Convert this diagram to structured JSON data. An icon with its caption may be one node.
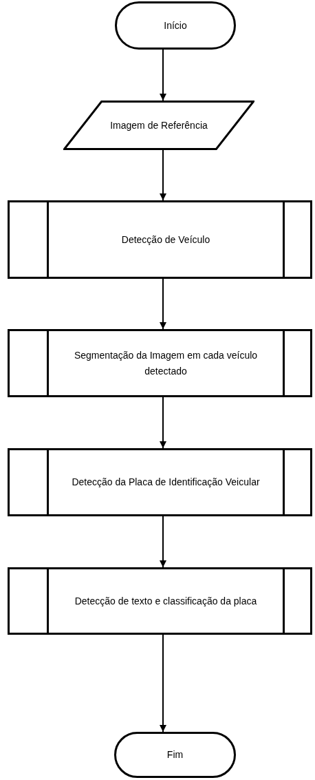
{
  "diagram": {
    "nodes": [
      {
        "text": [
          "Início"
        ]
      },
      {
        "text": [
          "Imagem de Referência"
        ]
      },
      {
        "text": [
          "Detecção de Veículo"
        ]
      },
      {
        "text": [
          "Segmentação da Imagem em cada veículo detectado"
        ]
      },
      {
        "text": [
          "Detecção da Placa de Identificação Veicular"
        ]
      },
      {
        "text": [
          "Detecção de texto e classificação da placa"
        ]
      },
      {
        "text": [
          "Fim"
        ]
      }
    ],
    "edges": [
      {
        "from": 0,
        "to": 1,
        "arrow": "to"
      },
      {
        "from": 1,
        "to": 2,
        "arrow": "to"
      },
      {
        "from": 2,
        "to": 3,
        "arrow": "to"
      },
      {
        "from": 3,
        "to": 4,
        "arrow": "to"
      },
      {
        "from": 4,
        "to": 5,
        "arrow": "to"
      },
      {
        "from": 5,
        "to": 6,
        "arrow": "to"
      }
    ]
  }
}
